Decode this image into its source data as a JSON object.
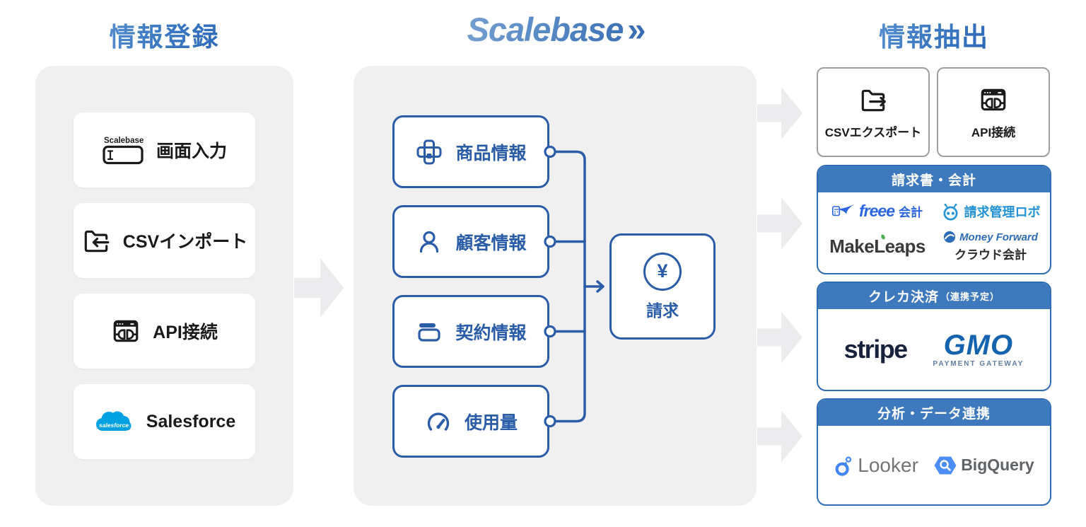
{
  "headers": {
    "left": "情報登録",
    "center_logo": "Scalebase",
    "center_logo_mark": "»",
    "right": "情報抽出"
  },
  "left_panel": {
    "items": [
      {
        "icon": "scalebase-input-icon",
        "icon_text": "Scalebase",
        "label": "画面入力"
      },
      {
        "icon": "folder-import-icon",
        "label": "CSVインポート"
      },
      {
        "icon": "api-plug-icon",
        "label": "API接続"
      },
      {
        "icon": "salesforce-cloud-icon",
        "icon_text": "salesforce",
        "label": "Salesforce"
      }
    ]
  },
  "center_panel": {
    "items": [
      {
        "icon": "product-blocks-icon",
        "label": "商品情報"
      },
      {
        "icon": "customer-person-icon",
        "label": "顧客情報"
      },
      {
        "icon": "contract-box-icon",
        "label": "契約情報"
      },
      {
        "icon": "usage-gauge-icon",
        "label": "使用量"
      }
    ],
    "billing": {
      "icon": "yen-circle-icon",
      "symbol": "¥",
      "label": "請求"
    }
  },
  "right_panel": {
    "export_boxes": [
      {
        "icon": "folder-export-icon",
        "label": "CSVエクスポート"
      },
      {
        "icon": "api-plug-icon",
        "label": "API接続"
      }
    ],
    "sections": [
      {
        "header": "請求書・会計",
        "partners": [
          {
            "name": "freee",
            "suffix": "会計",
            "icon": "freee-swallow-icon"
          },
          {
            "name": "請求管理ロボ",
            "icon": "robot-head-icon"
          },
          {
            "name": "MakeLeaps",
            "icon": "makeleaps-leaf-accent"
          },
          {
            "name": "Money Forward",
            "subtext": "クラウド会計",
            "icon": "moneyforward-circle-icon"
          }
        ]
      },
      {
        "header": "クレカ決済",
        "header_note": "（連携予定）",
        "partners": [
          {
            "name": "stripe"
          },
          {
            "name": "GMO",
            "subtext": "PAYMENT GATEWAY"
          }
        ]
      },
      {
        "header": "分析・データ連携",
        "partners": [
          {
            "name": "Looker",
            "icon": "looker-ring-icon"
          },
          {
            "name": "BigQuery",
            "icon": "bigquery-hexagon-icon"
          }
        ]
      }
    ]
  },
  "colors": {
    "primary_blue": "#2a5ca8",
    "header_gradient_start": "#74a7de",
    "header_gradient_end": "#1d57ad",
    "section_header_blue": "#3e79be",
    "section_border_blue": "#2e6cb3",
    "panel_gray": "#f0f0f1",
    "arrow_gray": "#ececee",
    "salesforce_blue": "#00a1e0",
    "freee_blue": "#2b65e0",
    "robo_blue": "#2291d5",
    "makeleaps_dark": "#3a3a3a",
    "moneyforward_blue": "#2e6bb8",
    "stripe_navy": "#19223c",
    "gmo_blue": "#1563af",
    "looker_blue": "#4285f4",
    "bigquery_blue": "#4c8df6"
  }
}
